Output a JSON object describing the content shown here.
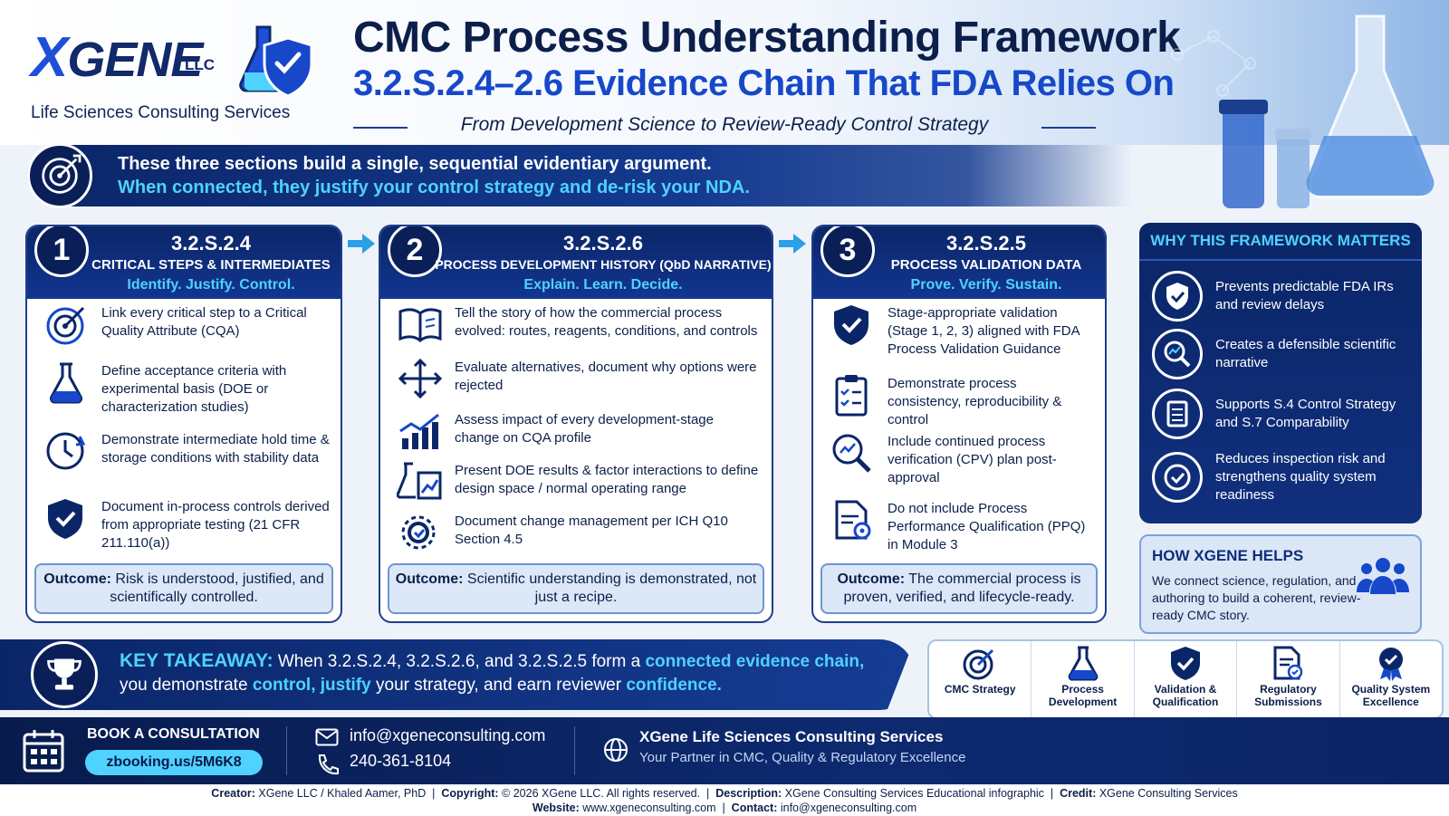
{
  "brand": {
    "logo_word": "GENE",
    "logo_x": "X",
    "logo_suffix": "LLC",
    "tagline": "Life Sciences Consulting Services"
  },
  "header": {
    "title": "CMC Process Understanding Framework",
    "subtitle": "3.2.S.2.4–2.6  Evidence Chain That FDA Relies On",
    "tagline": "From Development Science to Review-Ready Control Strategy"
  },
  "banner": {
    "line1": "These three sections build a single, sequential evidentiary argument.",
    "line2": "When connected, they justify your control strategy and de-risk your NDA."
  },
  "sections": [
    {
      "number": "1",
      "code": "3.2.S.2.4",
      "name": "CRITICAL STEPS & INTERMEDIATES",
      "motto": "Identify. Justify. Control.",
      "items": [
        {
          "icon": "target-icon",
          "text": "Link every critical step to a Critical Quality Attribute (CQA)"
        },
        {
          "icon": "flask-icon",
          "text": "Define acceptance criteria with experimental basis (DOE or characterization studies)"
        },
        {
          "icon": "clock-icon",
          "text": "Demonstrate intermediate hold time & storage conditions with stability data"
        },
        {
          "icon": "shield-check-icon",
          "text": "Document in-process controls derived from appropriate testing (21 CFR 211.110(a))"
        }
      ],
      "outcome_label": "Outcome:",
      "outcome_text": " Risk is understood, justified, and scientifically controlled."
    },
    {
      "number": "2",
      "code": "3.2.S.2.6",
      "name": "PROCESS DEVELOPMENT HISTORY (QbD NARRATIVE)",
      "motto": "Explain. Learn. Decide.",
      "items": [
        {
          "icon": "open-book-icon",
          "text": "Tell the story of how the commercial process evolved: routes, reagents, conditions, and controls"
        },
        {
          "icon": "arrows-decision-icon",
          "text": "Evaluate alternatives, document why options were rejected"
        },
        {
          "icon": "trend-chart-icon",
          "text": "Assess impact of every development-stage change on CQA profile"
        },
        {
          "icon": "doe-chart-icon",
          "text": "Present DOE results & factor interactions to define design space / normal operating range"
        },
        {
          "icon": "gear-cycle-icon",
          "text": "Document change management per ICH Q10 Section 4.5"
        }
      ],
      "outcome_label": "Outcome:",
      "outcome_text": " Scientific understanding is demonstrated, not just a recipe."
    },
    {
      "number": "3",
      "code": "3.2.S.2.5",
      "name": "PROCESS VALIDATION DATA",
      "motto": "Prove. Verify. Sustain.",
      "items": [
        {
          "icon": "shield-check-icon",
          "text": "Stage-appropriate validation (Stage 1, 2, 3) aligned with FDA Process Validation Guidance"
        },
        {
          "icon": "clipboard-check-icon",
          "text": "Demonstrate process consistency, reproducibility & control"
        },
        {
          "icon": "magnifier-chart-icon",
          "text": "Include continued process verification (CPV) plan post-approval"
        },
        {
          "icon": "document-gear-icon",
          "text": "Do not include Process Performance Qualification (PPQ) in Module 3"
        }
      ],
      "outcome_label": "Outcome:",
      "outcome_text": " The commercial process is proven, verified, and lifecycle-ready."
    }
  ],
  "why": {
    "title": "WHY THIS FRAMEWORK MATTERS",
    "items": [
      {
        "icon": "shield-check-icon",
        "text": "Prevents predictable FDA IRs and review delays"
      },
      {
        "icon": "magnifier-chart-icon",
        "text": "Creates a defensible scientific narrative"
      },
      {
        "icon": "clipboard-list-icon",
        "text": "Supports S.4 Control Strategy and S.7 Comparability"
      },
      {
        "icon": "check-circle-icon",
        "text": "Reduces inspection risk and strengthens quality system readiness"
      }
    ]
  },
  "helps": {
    "title": "HOW XGENE HELPS",
    "text": "We connect science, regulation, and authoring to build a coherent, review-ready CMC story."
  },
  "takeaway": {
    "label": "KEY TAKEAWAY:",
    "l1_a": " When 3.2.S.2.4, 3.2.S.2.6, and 3.2.S.2.5 form a ",
    "l1_b": "connected evidence chain,",
    "l2_a": "you demonstrate ",
    "l2_b": "control, justify",
    "l2_c": " your strategy, and earn reviewer ",
    "l2_d": "confidence."
  },
  "services": [
    {
      "icon": "target-icon",
      "label": "CMC Strategy"
    },
    {
      "icon": "flask-icon",
      "label": "Process Development"
    },
    {
      "icon": "shield-check-icon",
      "label": "Validation & Qualification"
    },
    {
      "icon": "document-check-icon",
      "label": "Regulatory Submissions"
    },
    {
      "icon": "award-badge-icon",
      "label": "Quality System Excellence"
    }
  ],
  "contact": {
    "book_label": "BOOK A CONSULTATION",
    "book_link": "zbooking.us/5M6K8",
    "email": "info@xgeneconsulting.com",
    "phone": "240-361-8104",
    "org_name": "XGene Life Sciences Consulting Services",
    "org_tag": "Your Partner in CMC, Quality & Regulatory Excellence"
  },
  "credits": {
    "creator_label": "Creator:",
    "creator": " XGene LLC / Khaled Aamer, PhD",
    "copyright_label": "Copyright:",
    "copyright": " © 2026 XGene LLC. All rights reserved.",
    "description_label": "Description:",
    "description": " XGene Consulting Services Educational infographic",
    "credit_label": "Credit:",
    "credit": " XGene Consulting Services",
    "website_label": "Website:",
    "website": " www.xgeneconsulting.com",
    "contact_label": "Contact:",
    "contact": " info@xgeneconsulting.com"
  },
  "colors": {
    "navy": "#0b2668",
    "accent_cyan": "#4fd2ff",
    "accent_blue": "#1648c9"
  }
}
